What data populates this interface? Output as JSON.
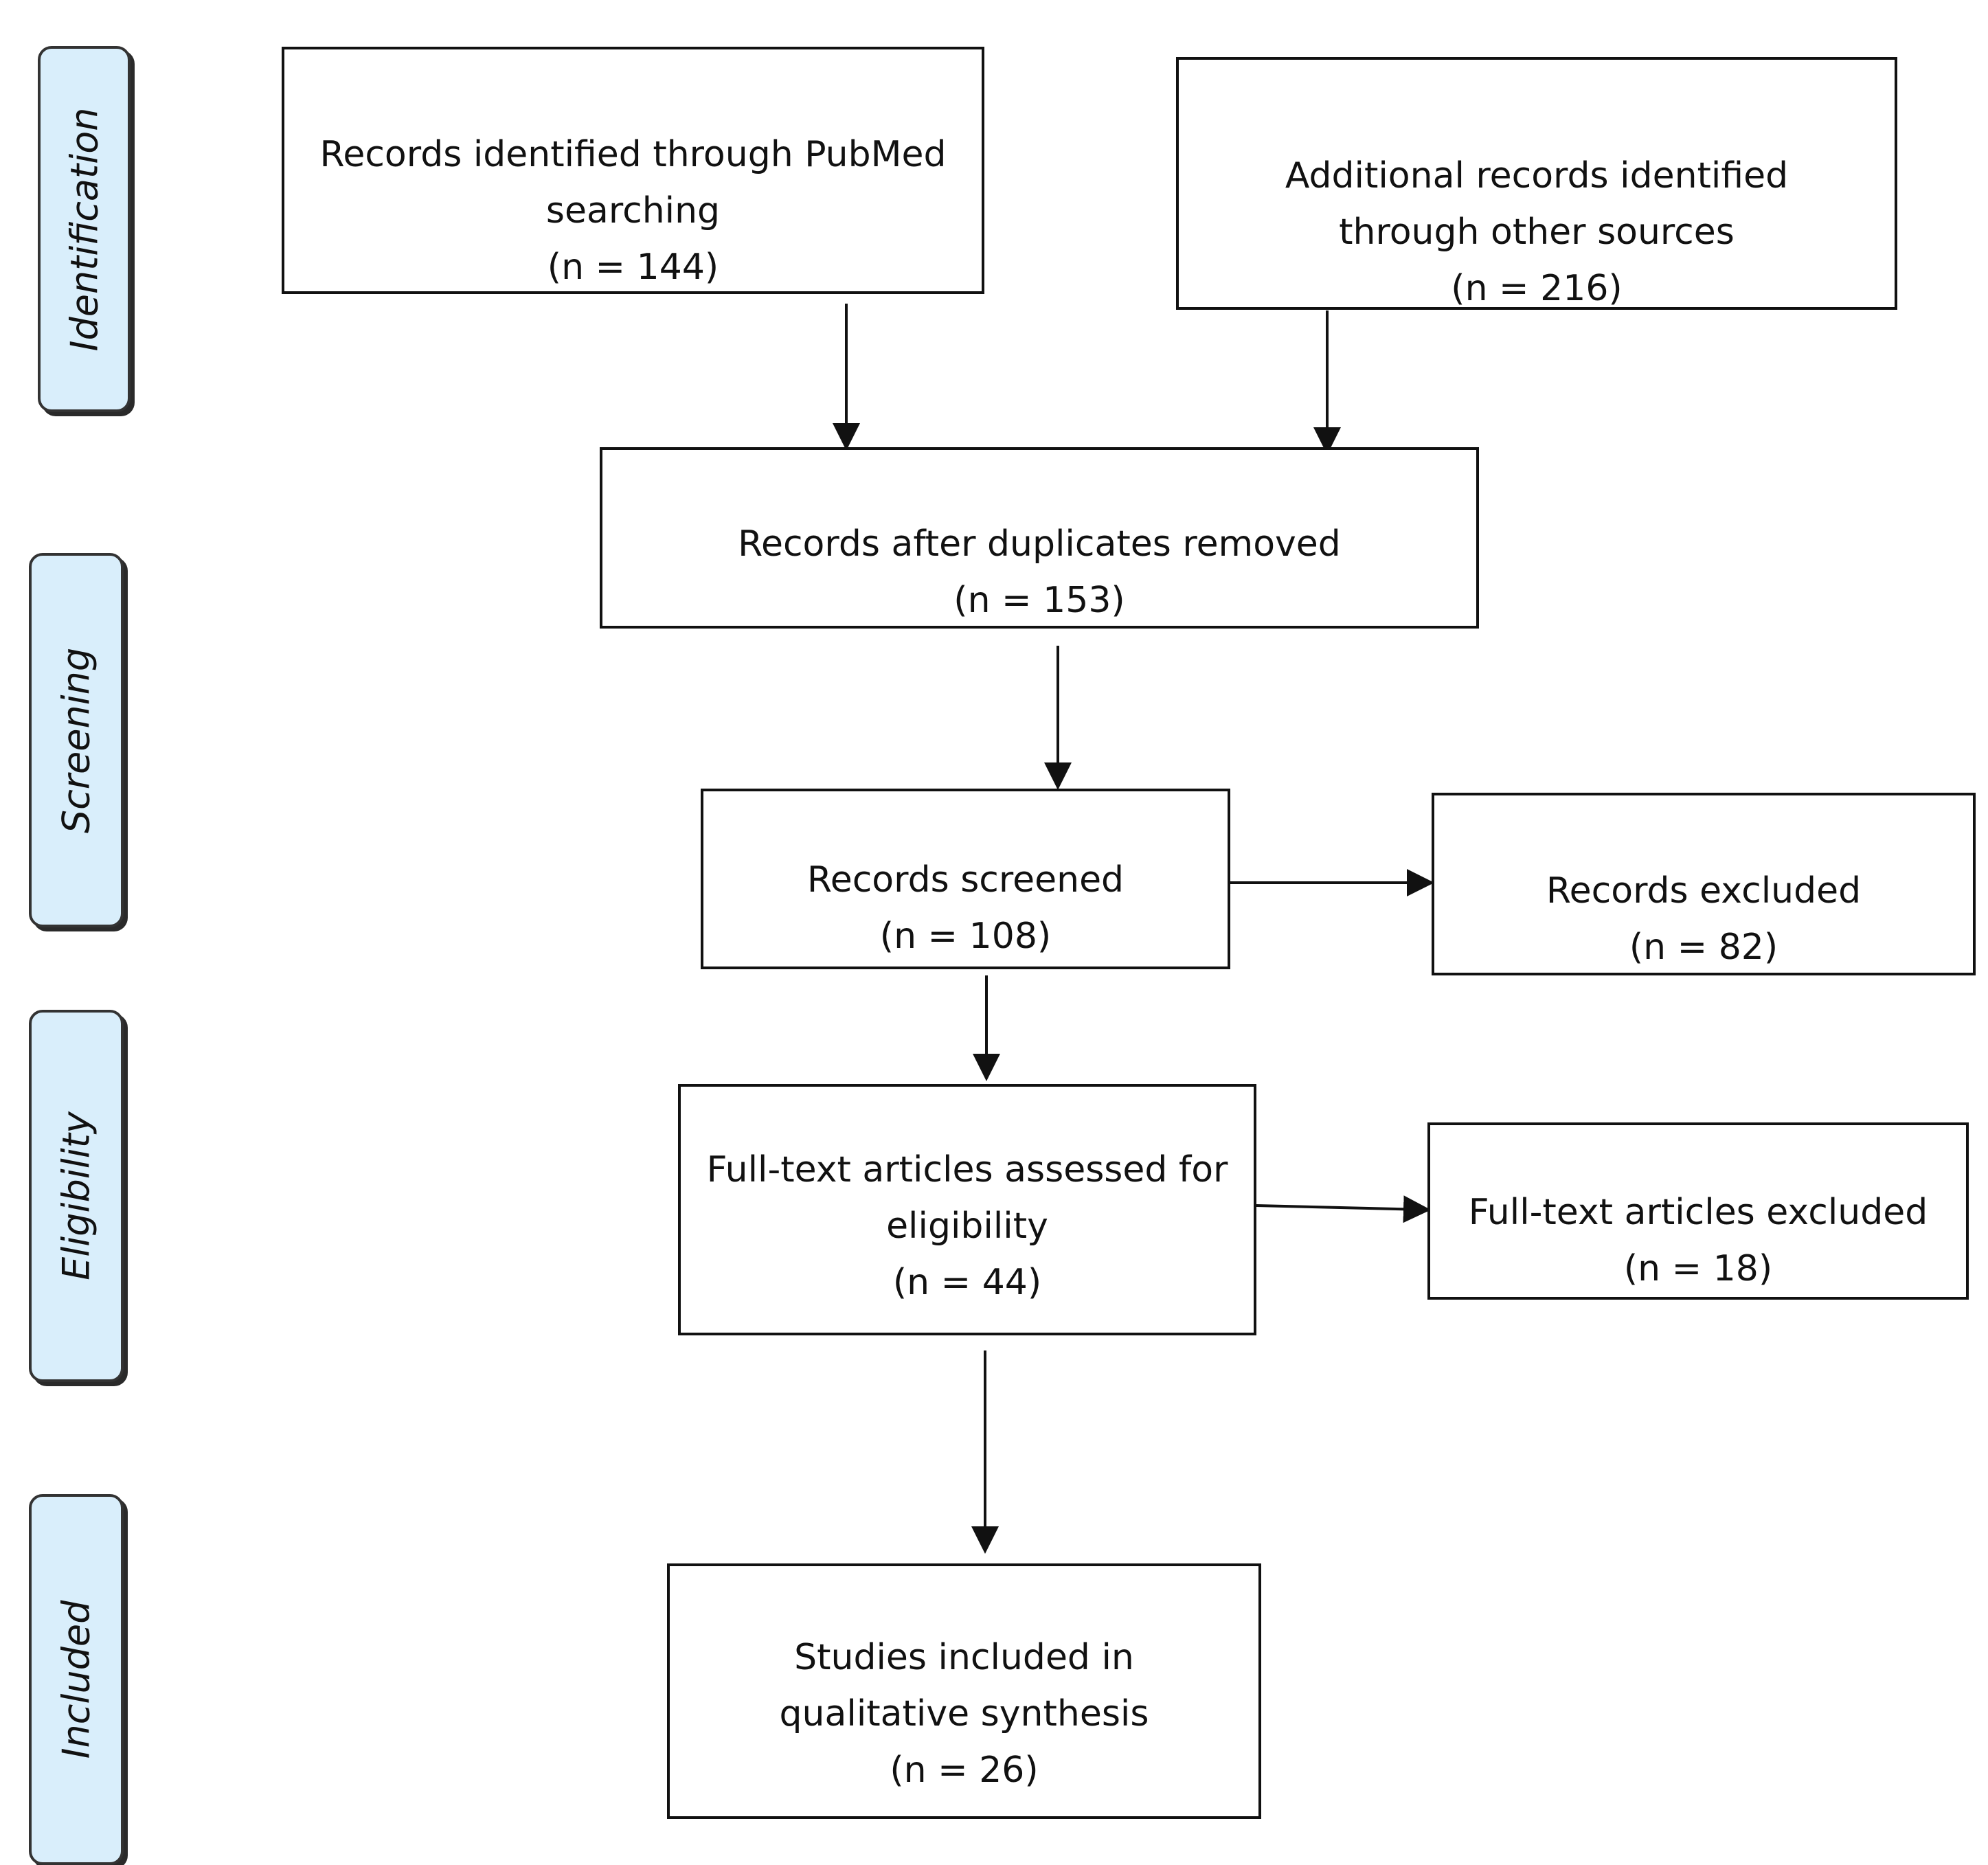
{
  "phases": {
    "identification": "Identification",
    "screening": "Screening",
    "eligibility": "Eligibility",
    "included": "Included"
  },
  "boxes": {
    "pubmed": {
      "line1": "Records identified through PubMed",
      "line2": "searching",
      "count": "(n = 144)"
    },
    "other_sources": {
      "line1": "Additional records identified",
      "line2": "through other sources",
      "count": "(n = 216)"
    },
    "after_duplicates": {
      "line1": "Records after duplicates removed",
      "count": "(n = 153)"
    },
    "screened": {
      "line1": "Records screened",
      "count": "(n = 108)"
    },
    "excluded": {
      "line1": "Records excluded",
      "count": "(n = 82)"
    },
    "fulltext_assessed": {
      "line1": "Full-text articles assessed for",
      "line2": "eligibility",
      "count": "(n = 44)"
    },
    "fulltext_excluded": {
      "line1": "Full-text articles excluded",
      "count": "(n = 18)"
    },
    "included": {
      "line1": "Studies included in",
      "line2": "qualitative synthesis",
      "count": "(n = 26)"
    }
  },
  "colors": {
    "phase_fill": "#d9eefb",
    "line": "#111111"
  }
}
